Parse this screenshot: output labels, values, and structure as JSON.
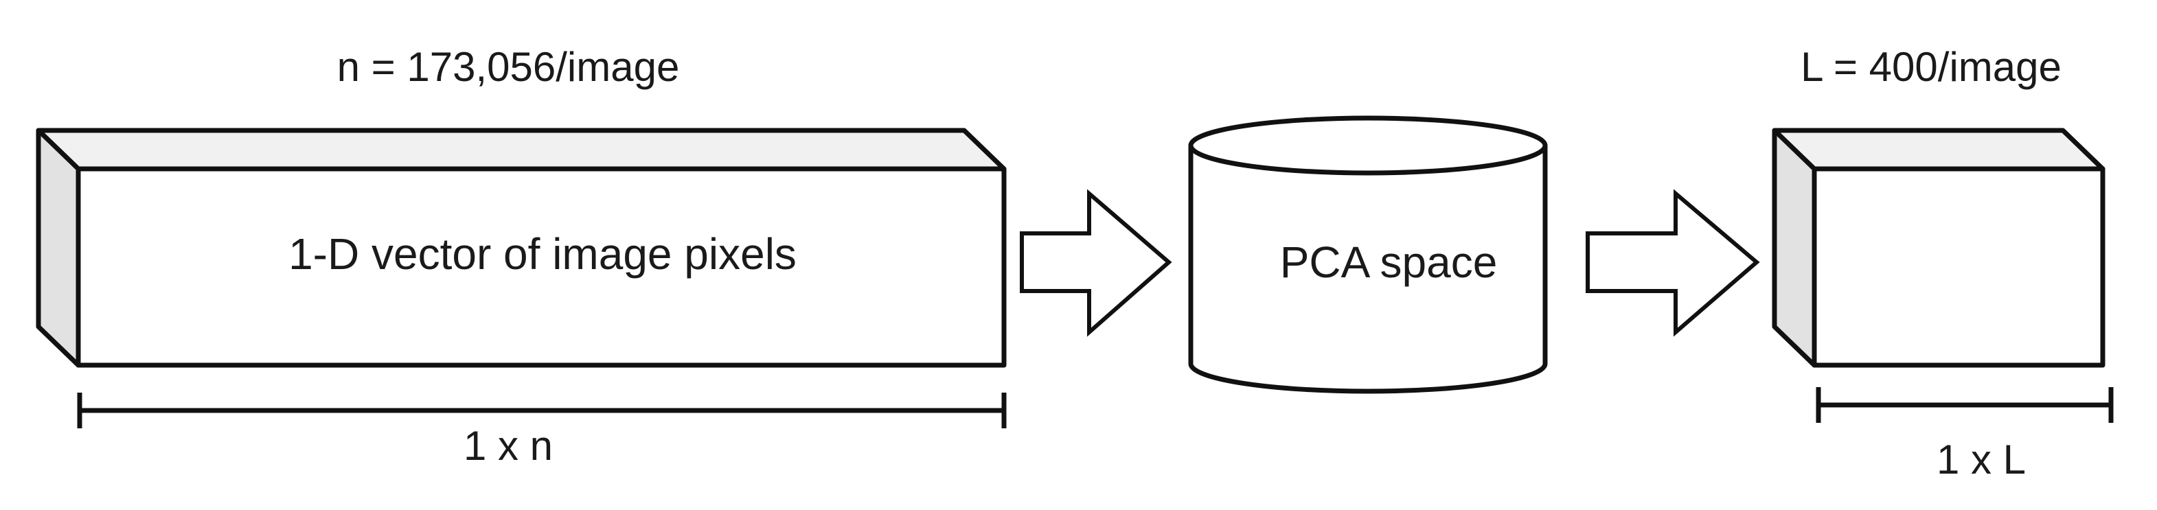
{
  "input_vector": {
    "size_label": "n = 173,056/image",
    "label": "1-D vector of image pixels",
    "dimension_label": "1 x n"
  },
  "pca": {
    "label": "PCA space"
  },
  "output_vector": {
    "size_label": "L = 400/image",
    "dimension_label": "1 x L"
  }
}
